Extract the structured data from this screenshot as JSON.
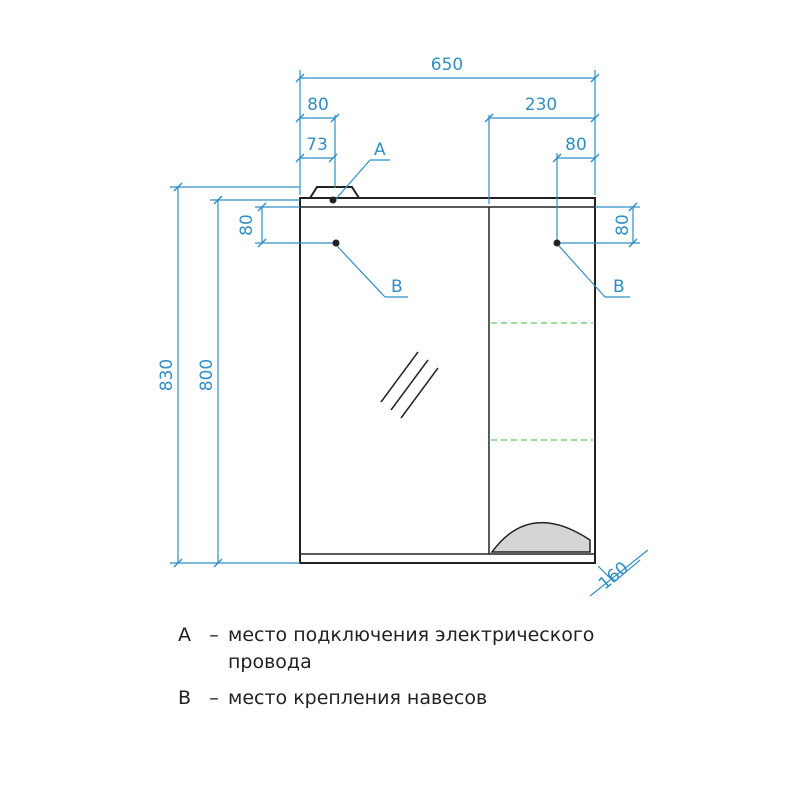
{
  "colors": {
    "dimension": "#2f8fc4",
    "outline": "#222222",
    "shelf": "#7ccf7c",
    "text": "#222222"
  },
  "dimensions": {
    "overall_width": "650",
    "left_offset": "80",
    "left_inner_offset": "73",
    "right_offset": "230",
    "right_inner_offset": "80",
    "left_vertical": "80",
    "right_vertical": "80",
    "total_height": "830",
    "cabinet_height": "800",
    "depth": "160"
  },
  "callouts": {
    "a": "A",
    "b_left": "B",
    "b_right": "B"
  },
  "legend": [
    {
      "letter": "A",
      "dash": "–",
      "text": "место подключения электрического провода"
    },
    {
      "letter": "B",
      "dash": "–",
      "text": "место крепления навесов"
    }
  ]
}
